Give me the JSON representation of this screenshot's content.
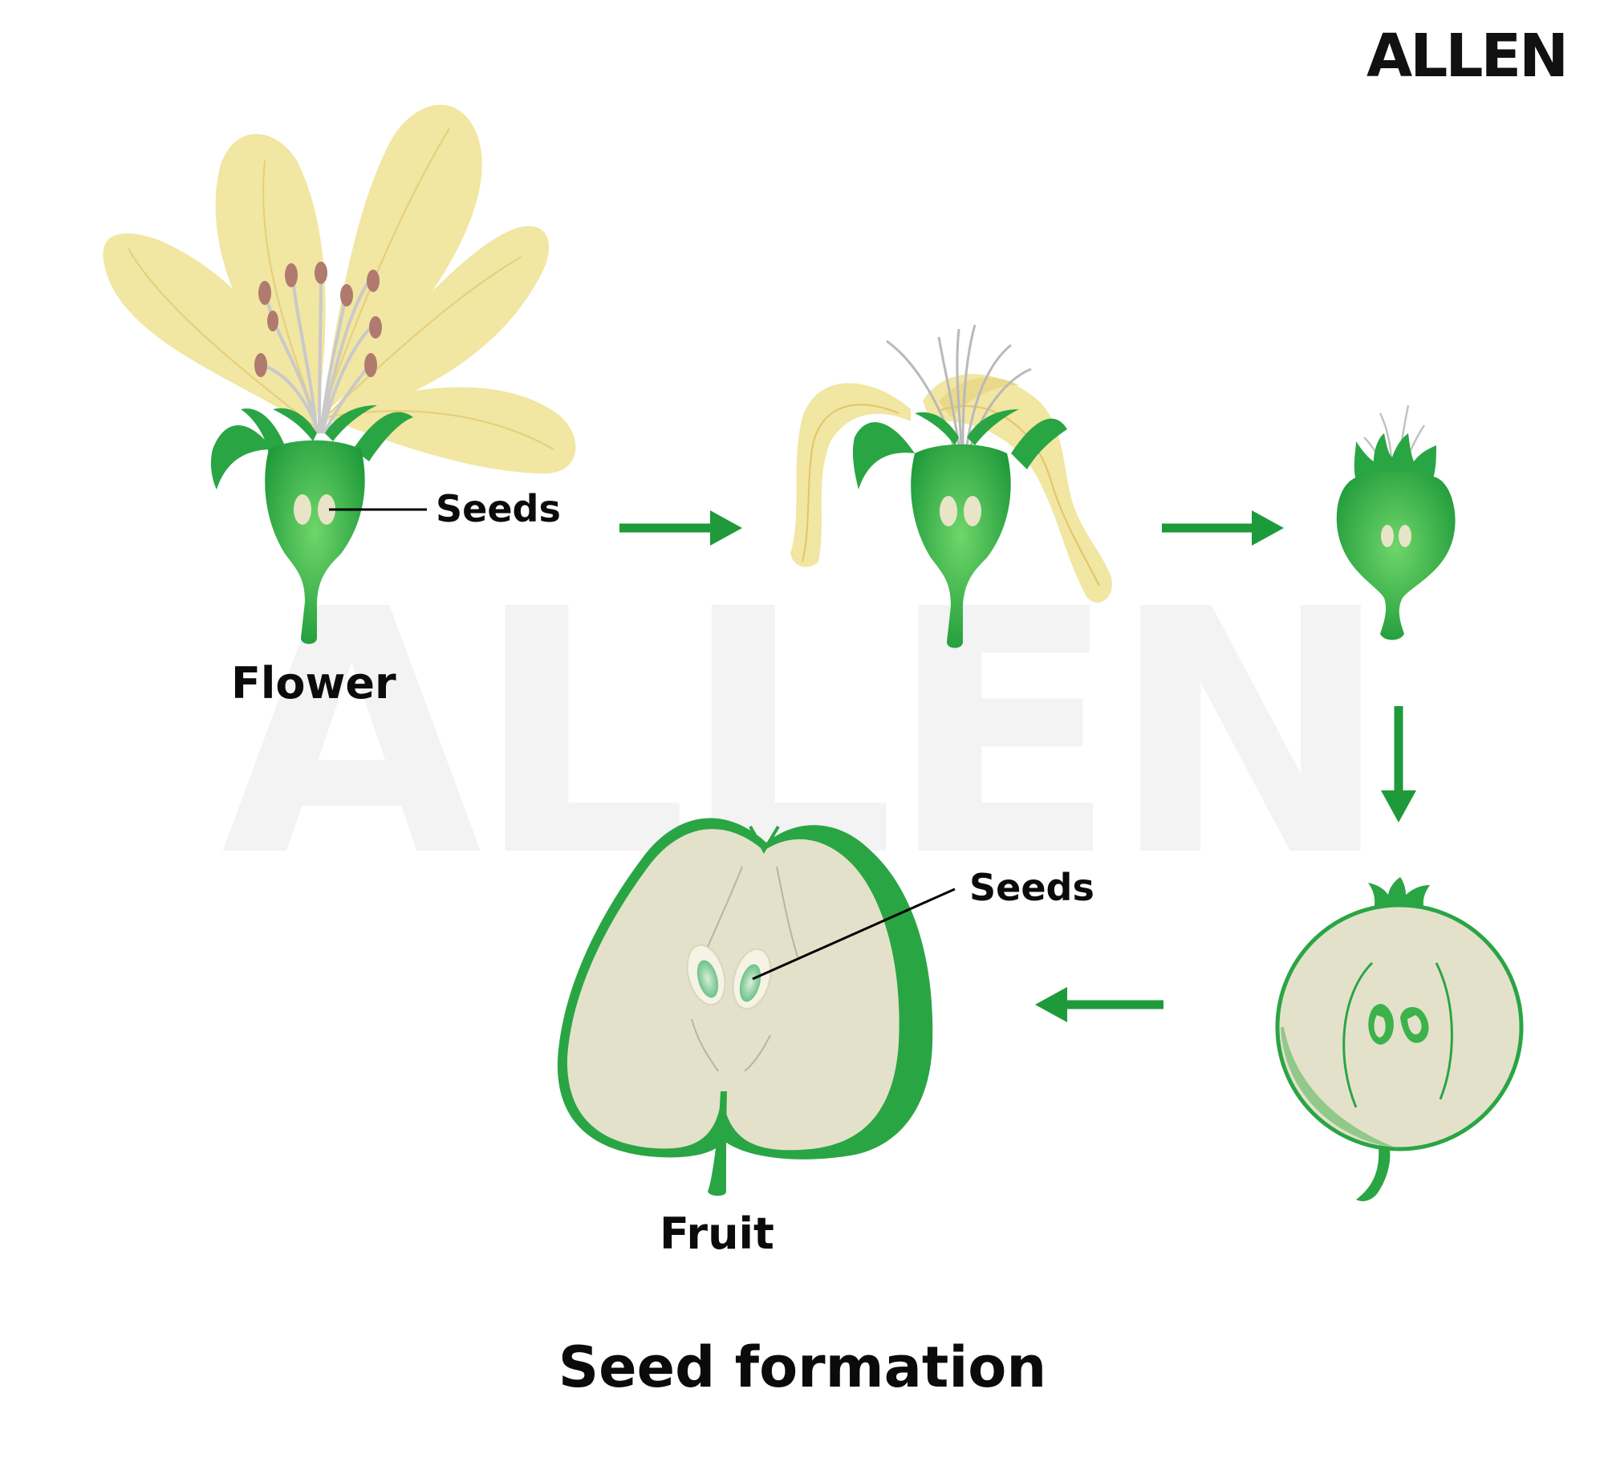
{
  "brand": {
    "logo_text": "ALLEN",
    "watermark_text": "ALLEN"
  },
  "labels": {
    "flower": "Flower",
    "seeds_flower": "Seeds",
    "seeds_fruit": "Seeds",
    "fruit": "Fruit"
  },
  "title": "Seed formation",
  "colors": {
    "green": "#1f9a3a",
    "light_green": "#5cc85c",
    "petal": "#f1e6a2",
    "flesh": "#e4e1cb",
    "seed": "#e8e4c8",
    "anther": "#b07a6e",
    "text": "#0b0b0b",
    "watermark": "#f3f3f3"
  },
  "stages": [
    "flower",
    "wilting-flower",
    "young-fruit",
    "developing-fruit",
    "fruit"
  ]
}
